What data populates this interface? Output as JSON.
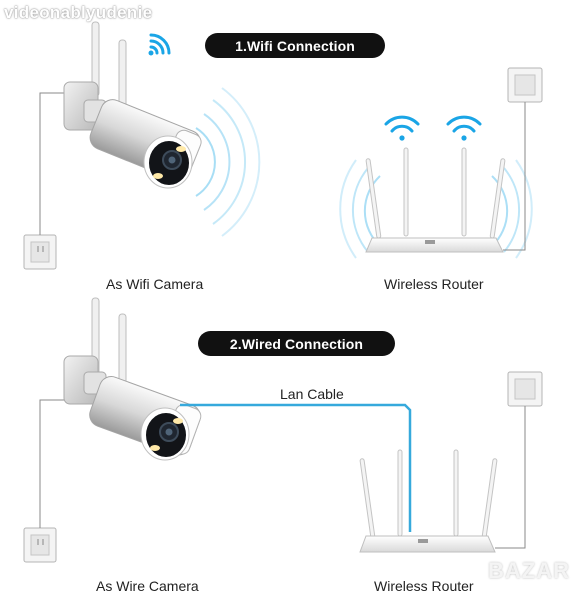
{
  "watermark": "videonablyudenie",
  "brand": "BAZAR",
  "sections": [
    {
      "title": "1.Wifi Connection",
      "camera_caption": "As Wifi Camera",
      "router_caption": "Wireless Router"
    },
    {
      "title": "2.Wired Connection",
      "camera_caption": "As Wire Camera",
      "router_caption": "Wireless Router",
      "cable_label": "Lan Cable"
    }
  ],
  "colors": {
    "wifi_accent": "#1aa5e6",
    "cable": "#36a9dc",
    "pill_bg": "#111111"
  }
}
